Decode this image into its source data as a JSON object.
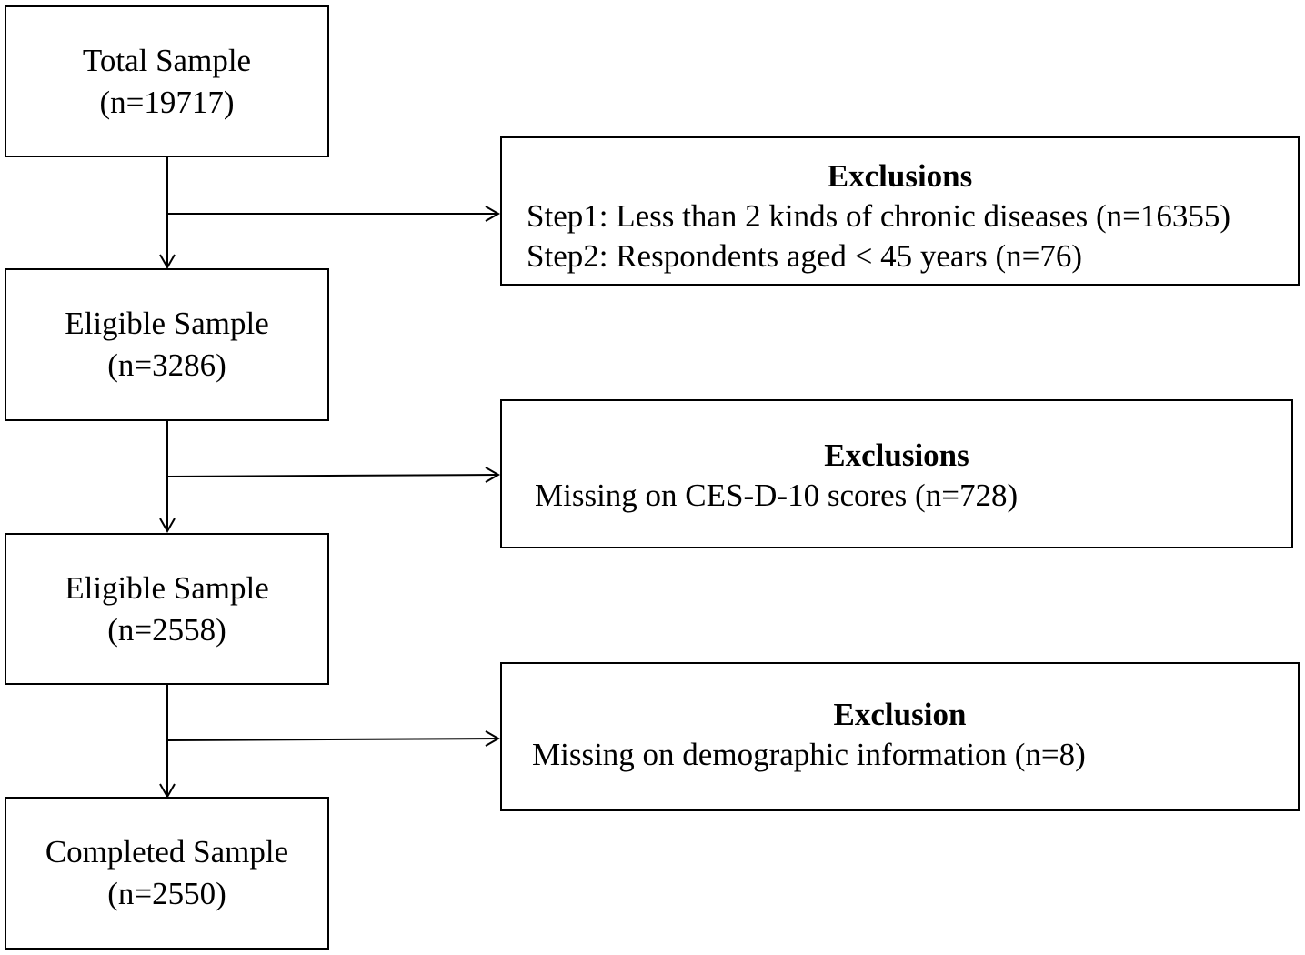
{
  "main_boxes": [
    {
      "label": "Total Sample",
      "count": "(n=19717)"
    },
    {
      "label": "Eligible Sample",
      "count": "(n=3286)"
    },
    {
      "label": "Eligible Sample",
      "count": "(n=2558)"
    },
    {
      "label": "Completed Sample",
      "count": "(n=2550)"
    }
  ],
  "exclusion_boxes": [
    {
      "title": "Exclusions",
      "lines": [
        "Step1: Less than 2 kinds of chronic diseases (n=16355)",
        "Step2: Respondents aged < 45 years (n=76)"
      ]
    },
    {
      "title": "Exclusions",
      "lines": [
        "Missing on CES-D-10 scores (n=728)"
      ]
    },
    {
      "title": "Exclusion",
      "lines": [
        "Missing on demographic information (n=8)"
      ]
    }
  ]
}
